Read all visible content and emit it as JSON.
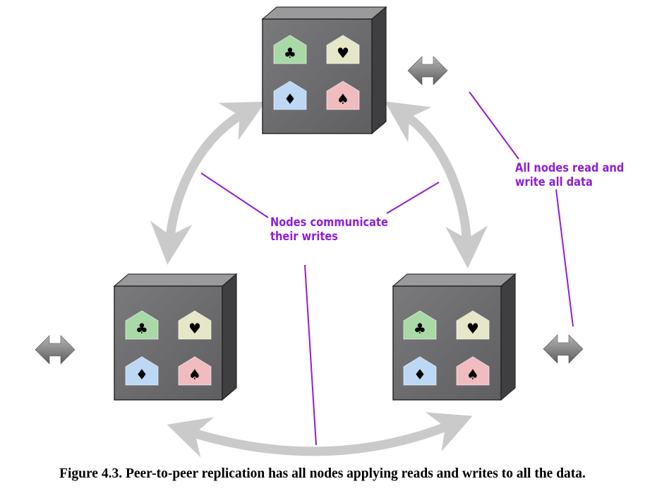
{
  "labels": {
    "nodes_communicate_line1": "Nodes communicate",
    "nodes_communicate_line2": "their writes",
    "all_nodes_line1": "All nodes read and",
    "all_nodes_line2": "write all data"
  },
  "caption": "Figure 4.3. Peer-to-peer replication has all nodes applying reads and writes to all the data.",
  "nodes": [
    {
      "id": "top",
      "tiles": [
        {
          "suit": "♣",
          "color": "#a9d9a6"
        },
        {
          "suit": "♥",
          "color": "#e6e6c8"
        },
        {
          "suit": "♦",
          "color": "#bcd8f5"
        },
        {
          "suit": "♠",
          "color": "#f0bcc0"
        }
      ]
    },
    {
      "id": "left",
      "tiles": [
        {
          "suit": "♣",
          "color": "#a9d9a6"
        },
        {
          "suit": "♥",
          "color": "#e6e6c8"
        },
        {
          "suit": "♦",
          "color": "#bcd8f5"
        },
        {
          "suit": "♠",
          "color": "#f0bcc0"
        }
      ]
    },
    {
      "id": "right",
      "tiles": [
        {
          "suit": "♣",
          "color": "#a9d9a6"
        },
        {
          "suit": "♥",
          "color": "#e6e6c8"
        },
        {
          "suit": "♦",
          "color": "#bcd8f5"
        },
        {
          "suit": "♠",
          "color": "#f0bcc0"
        }
      ]
    }
  ],
  "colors": {
    "annotation": "#8e1fd6",
    "node_face": "#6e6e70",
    "replication_arrow": "#cacaca",
    "client_arrow": "#8a8a8a"
  },
  "icons": [
    "club-icon",
    "heart-icon",
    "diamond-icon",
    "spade-icon",
    "double-arrow-icon"
  ]
}
